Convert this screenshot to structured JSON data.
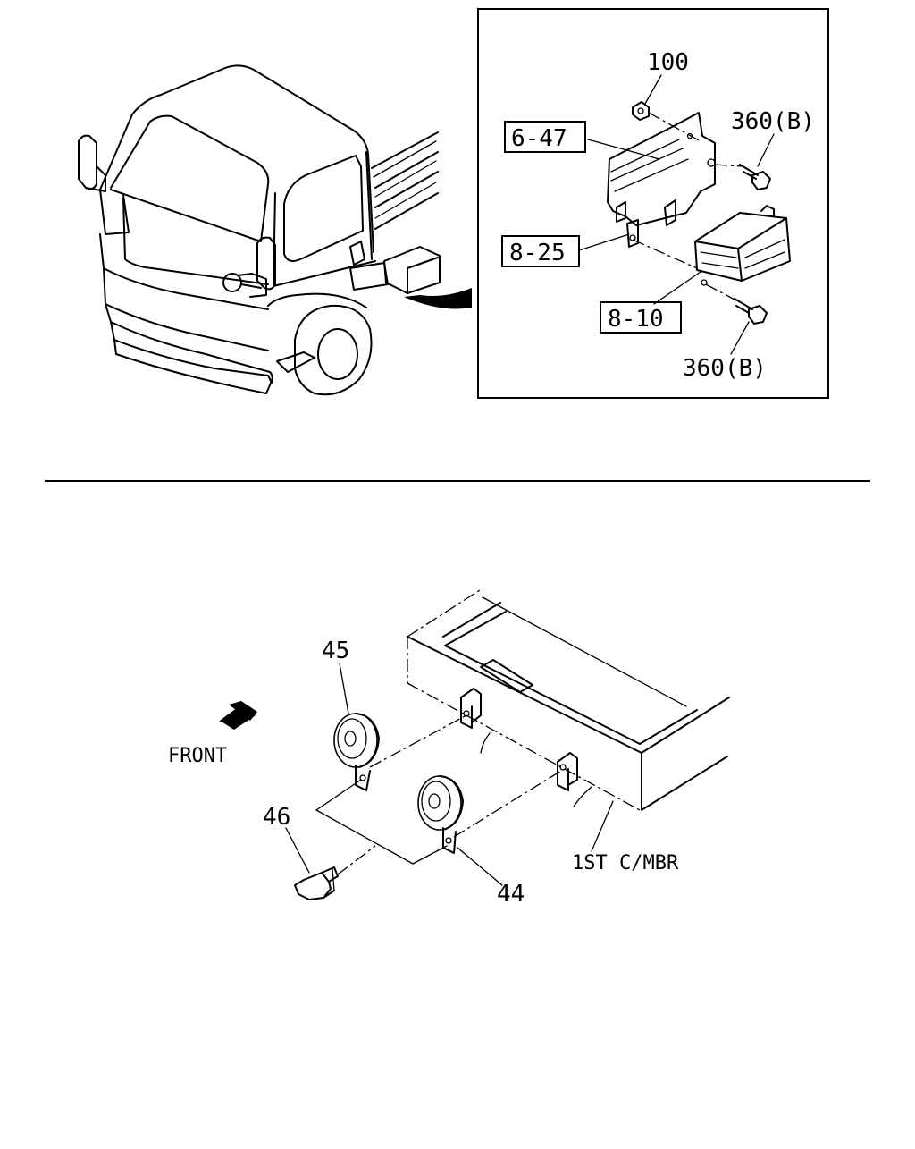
{
  "callouts": {
    "p100": "100",
    "p647": "6-47",
    "p360b_top": "360(B)",
    "p825": "8-25",
    "p810": "8-10",
    "p360b_bottom": "360(B)",
    "p45": "45",
    "p46": "46",
    "p44": "44",
    "front": "FRONT",
    "member": "1ST C/MBR"
  },
  "colors": {
    "ink": "#000000",
    "paper": "#ffffff"
  }
}
